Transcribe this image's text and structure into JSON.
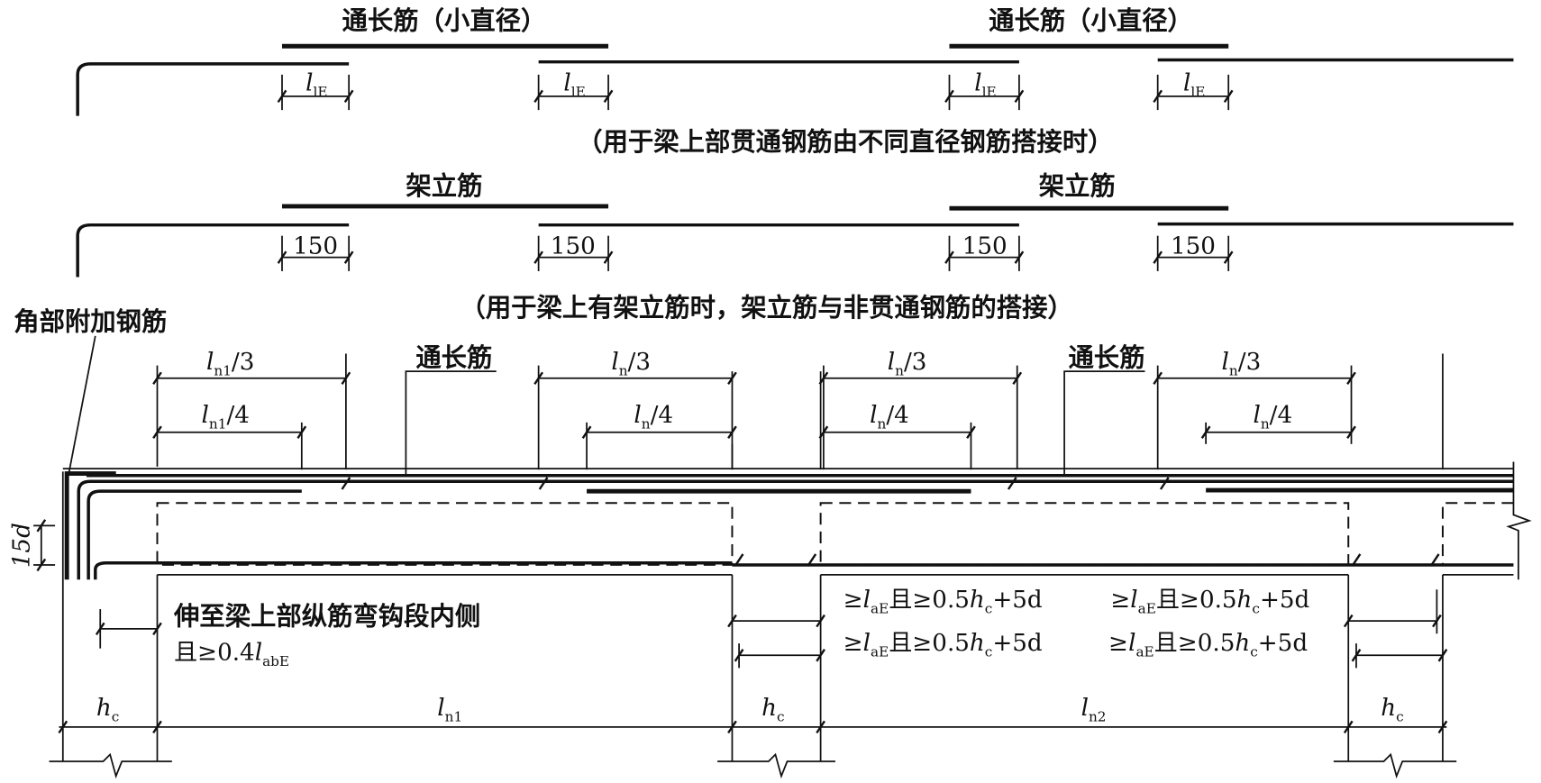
{
  "section1": {
    "label": "通长筋（小直径）",
    "lap": {
      "l": "l",
      "sub": "lE"
    },
    "caption": "（用于梁上部贯通钢筋由不同直径钢筋搭接时）"
  },
  "section2": {
    "label": "架立筋",
    "lap": "150",
    "caption": "（用于梁上有架立筋时，架立筋与非贯通钢筋的搭接）"
  },
  "beam": {
    "corner_bar": "角部附加钢筋",
    "through_bar": "通长筋",
    "ln1_3": {
      "l": "l",
      "sub": "n1",
      "frac": "/3"
    },
    "ln1_4": {
      "l": "l",
      "sub": "n1",
      "frac": "/4"
    },
    "ln_3": {
      "l": "l",
      "sub": "n",
      "frac": "/3"
    },
    "ln_4": {
      "l": "l",
      "sub": "n",
      "frac": "/4"
    },
    "d15": "15d",
    "extend_note": "伸至梁上部纵筋弯钩段内侧",
    "extend_min": {
      "pre": "且≥0.4",
      "l": "l",
      "sub": "abE"
    },
    "anchor": {
      "pre": "≥",
      "l": "l",
      "sub": "aE",
      "mid": "且≥0.5",
      "h": "h",
      "hsub": "c",
      "post": "+5d"
    },
    "hc": {
      "h": "h",
      "sub": "c"
    },
    "ln1": {
      "l": "l",
      "sub": "n1"
    },
    "ln2": {
      "l": "l",
      "sub": "n2"
    }
  }
}
